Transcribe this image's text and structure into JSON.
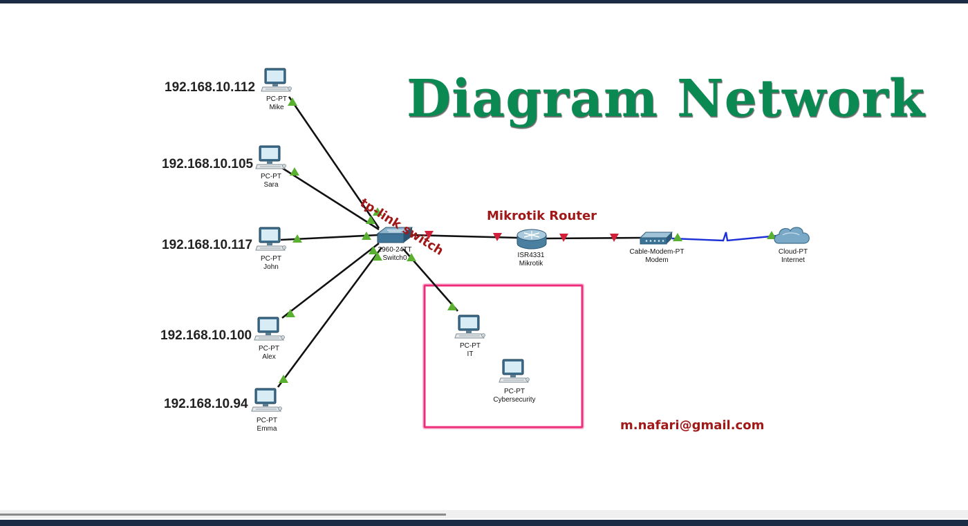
{
  "title": "Diagram Network",
  "switch_label": "tp-link switch",
  "router_label": "Mikrotik Router",
  "email": "m.nafari@gmail.com",
  "ips": {
    "mike": "192.168.10.112",
    "sara": "192.168.10.105",
    "john": "192.168.10.117",
    "alex": "192.168.10.100",
    "emma": "192.168.10.94"
  },
  "devices": {
    "mike": {
      "type": "PC-PT",
      "name": "Mike"
    },
    "sara": {
      "type": "PC-PT",
      "name": "Sara"
    },
    "john": {
      "type": "PC-PT",
      "name": "John"
    },
    "alex": {
      "type": "PC-PT",
      "name": "Alex"
    },
    "emma": {
      "type": "PC-PT",
      "name": "Emma"
    },
    "it": {
      "type": "PC-PT",
      "name": "IT"
    },
    "cyber": {
      "type": "PC-PT",
      "name": "Cybersecurity"
    },
    "switch": {
      "type": "2960-24TT",
      "name": "Switch0"
    },
    "router": {
      "type": "ISR4331",
      "name": "Mikrotik"
    },
    "modem": {
      "type": "Cable-Modem-PT",
      "name": "Modem"
    },
    "cloud": {
      "type": "Cloud-PT",
      "name": "Internet"
    }
  },
  "colors": {
    "title": "#0a8a52",
    "accent_red": "#a01818",
    "link_up": "#5ab030",
    "link_down": "#d0203a",
    "coax": "#1d2fd6",
    "highlight_box": "#ee2d7a"
  }
}
